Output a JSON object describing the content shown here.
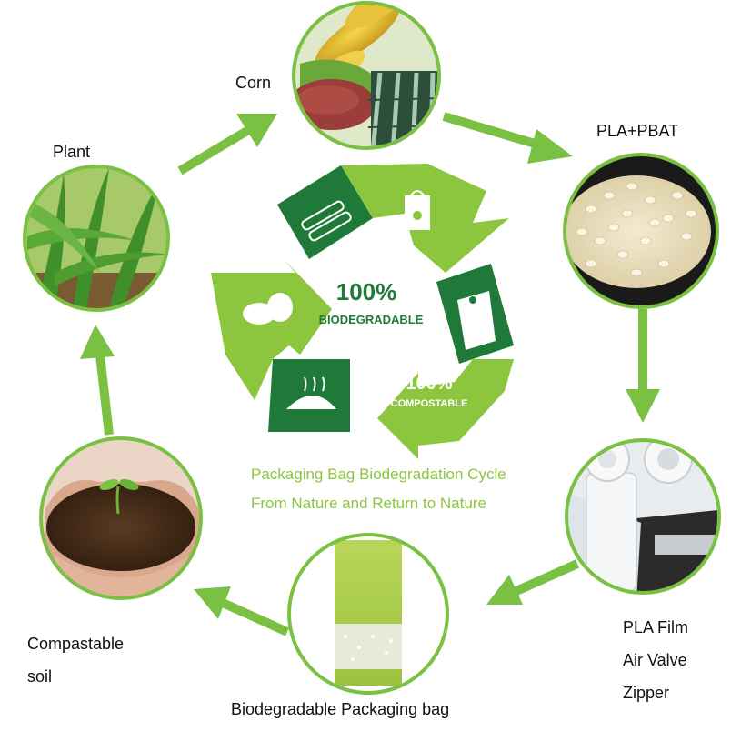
{
  "stages": {
    "corn": "Corn",
    "plant": "Plant",
    "pla_pbat": "PLA+PBAT",
    "film_line1": "PLA Film",
    "film_line2": "Air Valve",
    "film_line3": "Zipper",
    "bag": "Biodegradable Packaging bag",
    "soil_line1": "Compastable",
    "soil_line2": "soil"
  },
  "center": {
    "biodegradable_pct": "100%",
    "biodegradable_word": "BIODEGRADABLE",
    "compostable_pct": "100%",
    "compostable_word": "COMPOSTABLE",
    "caption_line1": "Packaging Bag Biodegradation Cycle",
    "caption_line2": "From Nature and Return to Nature"
  },
  "colors": {
    "ring": "#7ac143",
    "arrow": "#7ac143",
    "dark_green": "#1f7a3a",
    "light_green": "#8cc63f",
    "caption": "#8cc63f"
  }
}
